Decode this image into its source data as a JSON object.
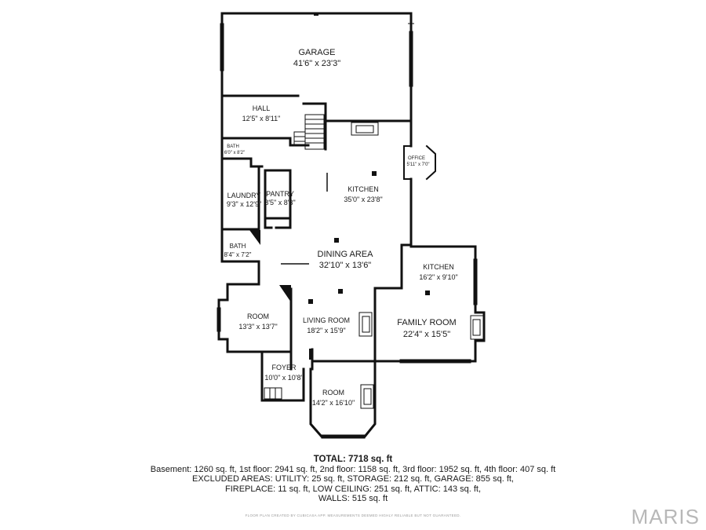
{
  "rooms": [
    {
      "id": "garage",
      "name": "GARAGE",
      "size": "41'6\" x 23'3\""
    },
    {
      "id": "hall",
      "name": "HALL",
      "size": "12'5\" x 8'11\""
    },
    {
      "id": "bath-upper",
      "name": "BATH",
      "size": "6'0\" x 8'2\""
    },
    {
      "id": "office",
      "name": "OFFICE",
      "size": "5'11\" x 7'0\""
    },
    {
      "id": "kitchen-main",
      "name": "KITCHEN",
      "size": "35'0\" x 23'8\""
    },
    {
      "id": "pantry",
      "name": "PANTRY",
      "size": "8'5\" x 8'3\""
    },
    {
      "id": "laundry",
      "name": "LAUNDRY",
      "size": "9'3\" x 12'9\""
    },
    {
      "id": "bath-lower",
      "name": "BATH",
      "size": "8'4\" x 7'2\""
    },
    {
      "id": "dining",
      "name": "DINING AREA",
      "size": "32'10\" x 13'6\""
    },
    {
      "id": "kitchen-small",
      "name": "KITCHEN",
      "size": "16'2\" x 9'10\""
    },
    {
      "id": "room-left",
      "name": "ROOM",
      "size": "13'3\" x 13'7\""
    },
    {
      "id": "living",
      "name": "LIVING ROOM",
      "size": "18'2\" x 15'9\""
    },
    {
      "id": "family",
      "name": "FAMILY ROOM",
      "size": "22'4\" x 15'5\""
    },
    {
      "id": "foyer",
      "name": "FOYER",
      "size": "10'0\" x 10'8\""
    },
    {
      "id": "room-bottom",
      "name": "ROOM",
      "size": "14'2\" x 16'10\""
    }
  ],
  "summary": {
    "total": "TOTAL: 7718 sq. ft",
    "line1": "Basement: 1260 sq. ft, 1st floor: 2941 sq. ft, 2nd floor: 1158 sq. ft, 3rd floor: 1952 sq. ft, 4th floor: 407 sq. ft",
    "line2": "EXCLUDED AREAS: UTILITY: 25 sq. ft, STORAGE: 212 sq. ft, GARAGE: 855 sq. ft,",
    "line3": "FIREPLACE: 11 sq. ft, LOW CEILING: 251 sq. ft, ATTIC: 143 sq. ft,",
    "line4": "WALLS: 515 sq. ft"
  },
  "footnote": "FLOOR PLAN CREATED BY CUBICASA APP. MEASUREMENTS DEEMED HIGHLY RELIABLE BUT NOT GUARANTEED.",
  "brand": "MARIS"
}
